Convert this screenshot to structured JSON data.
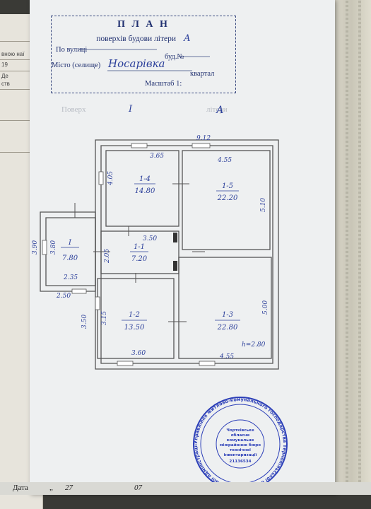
{
  "left_margin": {
    "items": [
      "вною наї",
      "19",
      "Де",
      "ств"
    ]
  },
  "header": {
    "title": "П Л А Н",
    "subtitle": "поверхів будови літери",
    "letter_handwritten": "А",
    "street_label": "По вулиці",
    "house_label": "буд.№",
    "city_label": "Місто (селище)",
    "city_value": "Носарівка",
    "block_label": "квартал",
    "scale_label": "Масштаб 1:"
  },
  "faded_header": {
    "floor_text": "Поверх",
    "floor_number": "І",
    "liter_text": "літери",
    "liter_value": "А"
  },
  "plan": {
    "top_dimension": "9.12",
    "rooms": [
      {
        "id": "1-1",
        "number": "1-1",
        "area": "7.20"
      },
      {
        "id": "1-2",
        "number": "1-2",
        "area": "13.50"
      },
      {
        "id": "1-3",
        "number": "1-3",
        "area": "22.80"
      },
      {
        "id": "1-4",
        "number": "1-4",
        "area": "14.80"
      },
      {
        "id": "1-5",
        "number": "1-5",
        "area": "22.20"
      },
      {
        "id": "room-i",
        "number": "І",
        "area": "7.80"
      }
    ],
    "dimensions": {
      "d_365": "3.65",
      "d_455": "4.55",
      "d_405": "4.05",
      "d_510": "5.10",
      "d_350": "3.50",
      "d_205": "2.05",
      "d_390": "3.90",
      "d_380": "3.80",
      "d_235": "2.35",
      "d_250": "2.50",
      "d_350b": "3.50",
      "d_315": "3.15",
      "d_500": "5.00",
      "d_360": "3.60",
      "d_455b": "4.55",
      "height": "h=2.80"
    }
  },
  "stamp": {
    "center_line1": "Чортківське",
    "center_line2": "обласне",
    "center_line3": "комунальне",
    "center_line4": "міжрайонне бюро",
    "center_line5": "технічної",
    "center_line6": "інвентаризації",
    "code": "21136534",
    "ring_text": "Управління житлово-комунального господарства Тернопільської обласної державної адміністрації"
  },
  "footer": {
    "date_label": "Дата",
    "day": "27",
    "month": "07"
  },
  "colors": {
    "ink_blue": "#2b3f9a",
    "stamp_blue": "#2c3fb8",
    "paper": "#eef0f1"
  }
}
